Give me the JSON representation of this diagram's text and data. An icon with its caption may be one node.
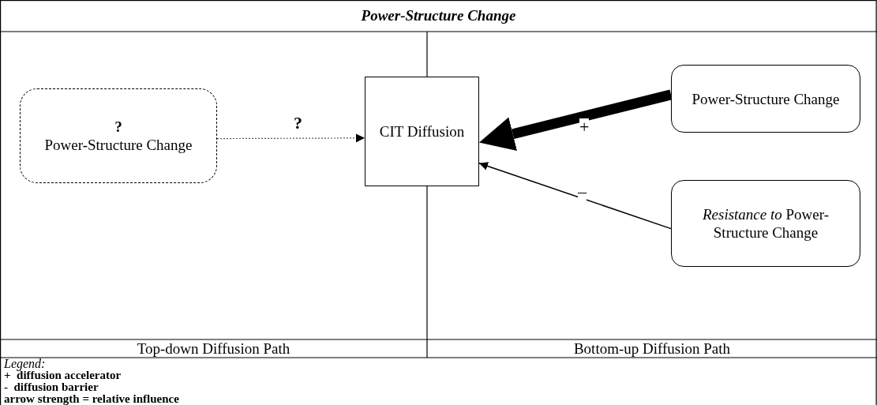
{
  "diagram": {
    "title": "Power-Structure Change",
    "nodes": [
      {
        "text": [
          "?",
          "Power-Structure Change"
        ]
      },
      {
        "text": [
          "CIT Diffusion"
        ]
      },
      {
        "text": [
          "Power-Structure Change"
        ]
      },
      {
        "text": [
          "*Resistance to* Power-Structure Change"
        ]
      }
    ],
    "edges": [
      {
        "from": 0,
        "to": 1,
        "arrow": "to",
        "label": "?",
        "style": "dashed"
      },
      {
        "from": 2,
        "to": 1,
        "arrow": "to",
        "label": "+",
        "style": "thick"
      },
      {
        "from": 3,
        "to": 1,
        "arrow": "to",
        "label": "–"
      }
    ],
    "labels": [
      "Top-down Diffusion Path",
      "Bottom-up Diffusion Path",
      "Legend:"
    ],
    "legend": [
      {
        "text": "+  diffusion accelerator"
      },
      {
        "text": "-  diffusion barrier"
      },
      {
        "text": "arrow strength = relative influence"
      }
    ]
  }
}
